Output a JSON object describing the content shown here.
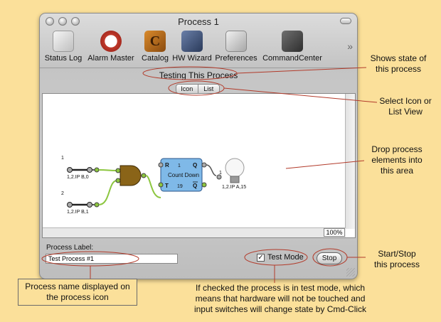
{
  "window": {
    "title": "Process 1"
  },
  "toolbar": {
    "items": [
      {
        "label": "Status Log",
        "icon": "status-log-icon"
      },
      {
        "label": "Alarm Master",
        "icon": "alarm-clock-icon"
      },
      {
        "label": "Catalog",
        "icon": "catalog-icon"
      },
      {
        "label": "HW Wizard",
        "icon": "hw-wizard-icon"
      },
      {
        "label": "Preferences",
        "icon": "preferences-icon"
      },
      {
        "label": "CommandCenter",
        "icon": "command-center-icon"
      }
    ],
    "overflow": "»"
  },
  "status": {
    "text": "Testing This Process"
  },
  "view_toggle": {
    "icon": "Icon",
    "list": "List"
  },
  "diagram": {
    "input1_num": "1",
    "input1_label": "1,2.IP B,0",
    "input2_num": "2",
    "input2_label": "1,2.IP B,1",
    "counter_r": "R",
    "counter_t": "T",
    "counter_val1": "1",
    "counter_val2": "19",
    "counter_title": "Count Down",
    "counter_q": "Q",
    "counter_qbar": "Q",
    "output_num": "1",
    "output_label": "1,2.IP A,15"
  },
  "canvas": {
    "zoom": "100%"
  },
  "footer": {
    "label_caption": "Process Label:",
    "label_value": "Test Process #1",
    "test_mode": "Test Mode",
    "test_mode_checked": true,
    "stop": "Stop"
  },
  "annotations": {
    "state_1": "Shows state of",
    "state_2": "this process",
    "view_1": "Select Icon or",
    "view_2": "List View",
    "drop_1": "Drop process",
    "drop_2": "elements into",
    "drop_3": "this area",
    "start_1": "Start/Stop",
    "start_2": "this process",
    "name_1": "Process name displayed on",
    "name_2": "the process icon",
    "test_1": "If checked the process is in test mode, which",
    "test_2": "means that hardware will not be touched and",
    "test_3": "input switches will change state by Cmd-Click"
  },
  "colors": {
    "background": "#fbe09a",
    "annotation_line": "#b23a2a",
    "gate": "#8a6418",
    "wire": "#8cc63f",
    "counter": "#7fb9e8"
  }
}
